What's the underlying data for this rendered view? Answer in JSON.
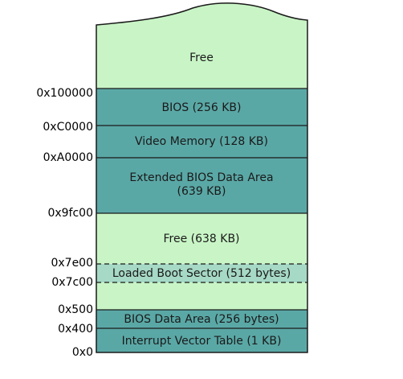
{
  "colors": {
    "free": "#c9f5c6",
    "reserved": "#5aa8a6",
    "boot_sector": "#a6d9c6",
    "stroke": "#1a1a1a"
  },
  "regions": [
    {
      "id": "free-top",
      "label": "Free",
      "kind": "free"
    },
    {
      "id": "bios",
      "label": "BIOS (256 KB)",
      "kind": "reserved"
    },
    {
      "id": "video-memory",
      "label": "Video Memory (128 KB)",
      "kind": "reserved"
    },
    {
      "id": "ebda",
      "label": "Extended BIOS Data Area",
      "label2": "(639 KB)",
      "kind": "reserved"
    },
    {
      "id": "free-638",
      "label": "Free (638 KB)",
      "kind": "free"
    },
    {
      "id": "boot-sector",
      "label": "Loaded Boot Sector (512 bytes)",
      "kind": "boot_sector"
    },
    {
      "id": "free-low",
      "label": "",
      "kind": "free"
    },
    {
      "id": "bios-data-area",
      "label": "BIOS Data Area (256 bytes)",
      "kind": "reserved"
    },
    {
      "id": "ivt",
      "label": "Interrupt Vector Table (1 KB)",
      "kind": "reserved"
    }
  ],
  "addresses": [
    "0x100000",
    "0xC0000",
    "0xA0000",
    "0x9fc00",
    "0x7e00",
    "0x7c00",
    "0x500",
    "0x400",
    "0x0"
  ]
}
